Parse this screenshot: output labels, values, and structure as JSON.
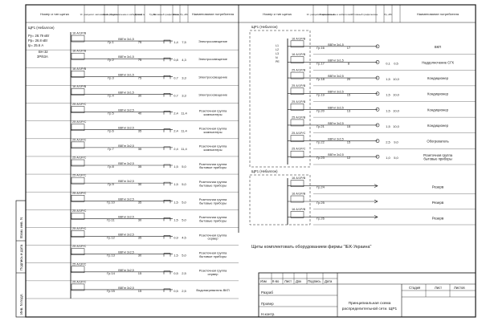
{
  "colors": {
    "ink": "#1a1a1a",
    "paper": "#ffffff",
    "frame": "#222222"
  },
  "headers": {
    "group": "Номер и тип щитка",
    "breaker": "Ус. расцепит. автомата А",
    "group_no": "Номер группы",
    "cable": "Марка сечение и кабеля мм2",
    "length": "Длина, м",
    "pipe": "Труба",
    "symbol": "Условный графическое",
    "phase": "Фаза",
    "power": "Рр, кВт",
    "current": "Iр, А",
    "consumer": "Наименование потребителя"
  },
  "left_panel": {
    "name": "ЩР1 (Небаллон)",
    "params": [
      "Ру= 28.79 кВт",
      "Рр= 26.8 кВт",
      "Iр= 25.6 А"
    ],
    "main_breaker": [
      "ВН 32",
      "3Р/63А"
    ],
    "circuits": [
      {
        "device": "16 А/1Р/В",
        "group": "Гр.1",
        "cable": "ВВГнг 3х1,5",
        "length": "75",
        "phase": "",
        "power": "1,4",
        "current": "7,5",
        "name": "Электроосвещение"
      },
      {
        "device": "16 А/1Р/В",
        "group": "Гр.2",
        "cable": "ВВГнг 3х1,5",
        "length": "75",
        "phase": "",
        "power": "0,8",
        "current": "4,3",
        "name": "Электроосвещение"
      },
      {
        "device": "16 А/1Р/В",
        "group": "Гр.3",
        "cable": "ВВГнг 3х1,5",
        "length": "75",
        "phase": "",
        "power": "0,7",
        "current": "3,3",
        "name": "Электроосвещение"
      },
      {
        "device": "16 А/1Р/В",
        "group": "Гр.4",
        "cable": "ВВГнг 3х1,5",
        "length": "30",
        "phase": "",
        "power": "0,7",
        "current": "3,3",
        "name": "Электроосвещение"
      },
      {
        "device": "25 А/1Р/С",
        "group": "Гр.5",
        "cable": "ВВГнг 3х2,5",
        "length": "40",
        "phase": "",
        "power": "2,4",
        "current": "11,4",
        "name": "Розеточная группа компьютеры"
      },
      {
        "device": "25 А/1Р/С",
        "group": "Гр.6",
        "cable": "ВВГнг 3х2,5",
        "length": "35",
        "phase": "",
        "power": "2,4",
        "current": "11,4",
        "name": "Розеточная группа компьютеры"
      },
      {
        "device": "25 А/1Р/С",
        "group": "Гр.7",
        "cable": "ВВГнг 3х2,5",
        "length": "35",
        "phase": "",
        "power": "2,4",
        "current": "11,4",
        "name": "Розеточная группа компьютеры"
      },
      {
        "device": "25 А/1Р/С",
        "group": "Гр.8",
        "cable": "ВВГнг 3х2,5",
        "length": "35",
        "phase": "",
        "power": "1,5",
        "current": "5,0",
        "name": "Розеточная группа бытовые приборы"
      },
      {
        "device": "25 А/1Р/С",
        "group": "Гр.9",
        "cable": "ВВГнг 3х2,5",
        "length": "30",
        "phase": "",
        "power": "1,5",
        "current": "5,0",
        "name": "Розеточная группа бытовые приборы"
      },
      {
        "device": "25 А/1Р/С",
        "group": "Гр.10",
        "cable": "ВВГнг 3х2,5",
        "length": "35",
        "phase": "",
        "power": "1,5",
        "current": "5,0",
        "name": "Розеточная группа бытовые приборы"
      },
      {
        "device": "25 А/1Р/С",
        "group": "Гр.11",
        "cable": "ВВГнг 3х2,5",
        "length": "30",
        "phase": "",
        "power": "1,5",
        "current": "5,0",
        "name": "Розеточная группа бытовые приборы"
      },
      {
        "device": "25 А/1Р/С",
        "group": "Гр.12",
        "cable": "ВВГнг 3х2,5",
        "length": "35",
        "phase": "",
        "power": "0,9",
        "current": "4,5",
        "name": "Розеточная группа сервер"
      },
      {
        "device": "25 А/1Р/С",
        "group": "Гр.13",
        "cable": "ВВГнг 3х2,5",
        "length": "30",
        "phase": "",
        "power": "1,5",
        "current": "5,0",
        "name": "Розеточная группа бытовые приборы"
      },
      {
        "device": "25 А/1Р/С",
        "group": "Гр.14",
        "cable": "ВВГнг 3х2,5",
        "length": "15",
        "phase": "",
        "power": "0,5",
        "current": "2,5",
        "name": "Розеточная группа сервер"
      },
      {
        "device": "25 А/1Р/С",
        "group": "Гр.15",
        "cable": "ВВГнг 3х2,5",
        "length": "15",
        "phase": "",
        "power": "0,5",
        "current": "2,5",
        "name": "Водонагреватель ВКП"
      }
    ]
  },
  "right_panel": {
    "name": "ЩР1 (Небаллон)",
    "lines": [
      "L1",
      "L2",
      "L3",
      "N",
      "PE"
    ],
    "circuits": [
      {
        "device": "16 А/1Р/В",
        "group": "Гр.16",
        "cable": "ВВГнг 3х1,5",
        "length": "17",
        "phase": "",
        "power": "",
        "current": "",
        "name": "ВКП"
      },
      {
        "device": "16 А/1Р/В",
        "group": "Гр.17",
        "cable": "ВВГнг 3х1,5",
        "length": "8",
        "phase": "",
        "power": "0,1",
        "current": "0,5",
        "name": "Наддолночение СГК"
      },
      {
        "device": "25 А/1Р/В",
        "group": "Гр.18",
        "cable": "ВВГнг 3х2,5",
        "length": "20",
        "phase": "",
        "power": "1,5",
        "current": "10,0",
        "name": "Кондиционер"
      },
      {
        "device": "25 А/1Р/В",
        "group": "Гр.19",
        "cable": "ВВГнг 3х2,5",
        "length": "15",
        "phase": "",
        "power": "1,5",
        "current": "10,0",
        "name": "Кондиционер"
      },
      {
        "device": "25 А/1Р/В",
        "group": "Гр.20",
        "cable": "ВВГнг 3х2,5",
        "length": "13",
        "phase": "",
        "power": "1,5",
        "current": "10,0",
        "name": "Кондиционер"
      },
      {
        "device": "25 А/1Р/В",
        "group": "Гр.21",
        "cable": "ВВГнг 3х2,5",
        "length": "15",
        "phase": "",
        "power": "1,5",
        "current": "10,0",
        "name": "Кондиционер"
      },
      {
        "device": "25 А/1Р/С",
        "group": "Гр.22",
        "cable": "ВВГнг 3х2,5",
        "length": "15",
        "phase": "",
        "power": "2,5",
        "current": "9,0",
        "name": "Обогреватель"
      },
      {
        "device": "25 А/1Р/С",
        "group": "Гр.23",
        "cable": "ВВГнг 3х2,5",
        "length": "12",
        "phase": "",
        "power": "1,0",
        "current": "5,0",
        "name": "Розеточная группа бытовые приборы"
      }
    ],
    "sub_panel": "ЩР1 (Небаллон)",
    "reserve": [
      {
        "device": "16 А/1Р/В",
        "group": "Гр.24",
        "name": "Резерв"
      },
      {
        "device": "16 А/1Р/В",
        "group": "Гр.25",
        "name": "Резерв"
      },
      {
        "device": "16 А/1Р/В",
        "group": "Гр.26",
        "name": "Резерв"
      }
    ]
  },
  "note": "Щиты комплектовать оборудованием фирмы \"IEK-Украина\"",
  "side_stamp": [
    "Инв. N подл.",
    "Подпись и дата",
    "Взам. инв. N"
  ],
  "title_block": {
    "cols": [
      "Изм",
      "К-во",
      "Лист",
      "Док",
      "Подпись",
      "Дата"
    ],
    "roles": [
      "Разраб",
      "Провер",
      "Н.контр."
    ],
    "stage_labels": [
      "Стадия",
      "Лист",
      "Листов"
    ],
    "title": [
      "Принципиальная схема",
      "распределительной сети. ЩР1"
    ]
  }
}
